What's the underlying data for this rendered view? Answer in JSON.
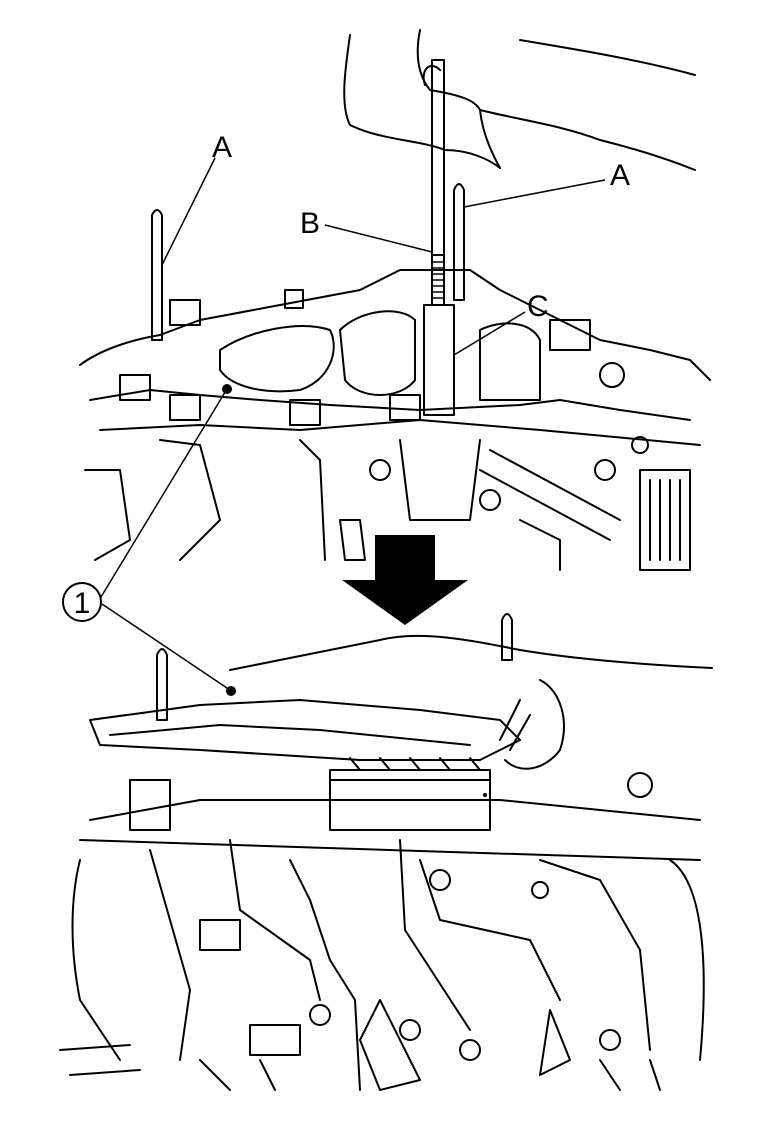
{
  "diagram": {
    "type": "service-manual-illustration",
    "labels": {
      "a_left": "A",
      "a_right": "A",
      "b": "B",
      "c": "C",
      "callout_1": "1"
    },
    "arrow": "down-arrow-icon",
    "colors": {
      "line": "#000000",
      "background": "#ffffff"
    }
  }
}
